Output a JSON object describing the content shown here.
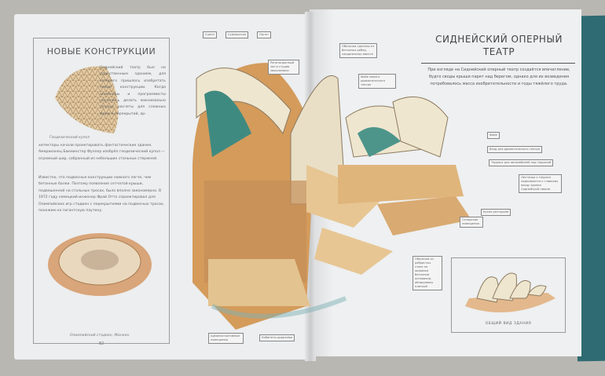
{
  "left_page": {
    "title": "НОВЫЕ КОНСТРУКЦИИ",
    "para1_right": "Сиднейский театр был не единственным зданием, для которого пришлось изобретать новые конструкции. Когда инженеры и программисты научились делать максимально точные расчеты для сложных форм и перекрытий, ар-",
    "para1_full": "хитекторы начали проектировать фантастические здания. Американец Бакминстер Фуллер изобрёл геодезический купол — огромный шар, собранный из небольших стальных стержней.",
    "para2": "Известно, что подвесные конструкции намного легче, чем бетонные балки. Поэтому появление сетчатой крыши, подвешенной на стальных тросах, было вполне закономерно. В 1972 году немецкий инженер Фрай Отто спроектировал для Олимпийских игр стадион с перекрытиями на подвесных тросах, похожим на гигантскую паутину.",
    "caption_dome": "Геодезический купол",
    "caption_stadium": "Олимпийский стадион, Мюнхен",
    "page_number": "82"
  },
  "right_page": {
    "title_line1": "СИДНЕЙСКИЙ ОПЕРНЫЙ",
    "title_line2": "ТЕАТР",
    "intro": "При взгляде на Сиднейский оперный театр создаётся впечатление, будто своды крыши парят над берегом, однако для их возведения потребовалось масса изобретательности и годы тяжёлого труда.",
    "overview_caption": "ОБЩИЙ ВИД ЗДАНИЯ"
  },
  "labels": {
    "stage": "Сцена",
    "prompter": "Суфлерская",
    "organ": "Орган",
    "rehearsal": "Репетиционный зал и студия звукозаписи",
    "shells": "Оболочки сделаны из бетонных ребер, соединенных вместе",
    "foyer_small": "Фойе малого драматического театра",
    "foyer": "Фойе",
    "entrance": "Вход для драматического театра",
    "parking": "Терраса для автомобилей под террасой",
    "terrace": "Лестница к террасе поднимается к главному входу здания Сиднейской гавани",
    "kitchen": "Кухня ресторана",
    "storage": "Складские помещения",
    "ribs": "Оболочки из ребристых стоек на широком бетонном основании, облицованы плиткой",
    "admin": "Административные помещения",
    "conductor": "Кабинеты дирижёра"
  }
}
